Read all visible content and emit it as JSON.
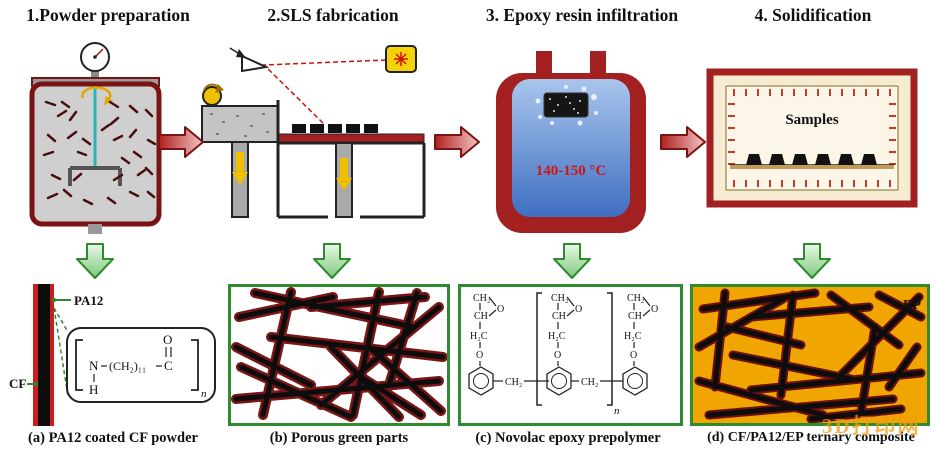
{
  "steps": [
    {
      "title": "1.Powder preparation"
    },
    {
      "title": "2.SLS fabrication"
    },
    {
      "title": "3. Epoxy resin infiltration"
    },
    {
      "title": "4. Solidification"
    }
  ],
  "infiltration": {
    "temp": "140-150 °C"
  },
  "oven": {
    "label": "Samples"
  },
  "panel_a": {
    "caption": "(a) PA12 coated CF powder",
    "label_pa12": "PA12",
    "label_cf": "CF",
    "formula": {
      "n_atom": "N",
      "h_atom": "H",
      "chain": "(CH₂)₁₁",
      "c_atom": "C",
      "o_atom": "O",
      "sub_n": "n"
    }
  },
  "panel_b": {
    "caption": "(b) Porous green parts"
  },
  "panel_c": {
    "caption": "(c) Novolac epoxy prepolymer",
    "chem": {
      "ch2": "CH₂",
      "ch": "CH",
      "o": "O",
      "h2c": "H₂C",
      "sub_n": "n"
    }
  },
  "panel_d": {
    "caption": "(d) CF/PA12/EP ternary composite",
    "label_ep": "EP"
  },
  "watermark": "3D打印网",
  "colors": {
    "dark_red": "#8b1a1a",
    "vessel_red": "#a32020",
    "green": "#2e8b2e",
    "amber_matrix": "#f0a500",
    "laser_yellow": "#f5d20a",
    "temp_text_red": "#d01515"
  }
}
